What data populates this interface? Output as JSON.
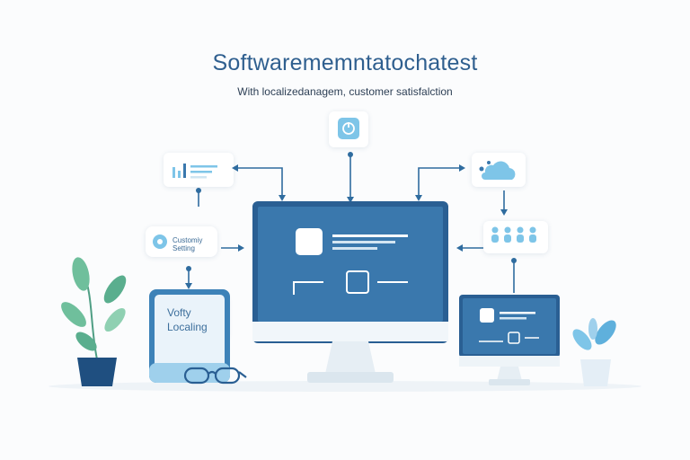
{
  "header": {
    "title": "Softwarememntatochatest",
    "subtitle": "With localizedanagem, customer satisfalction"
  },
  "left_bubble": {
    "line1": "Customiy",
    "line2": "Setting"
  },
  "note": {
    "line1": "Vofty",
    "line2": "Localing"
  },
  "colors": {
    "accent": "#2f6c9f",
    "light_blue": "#7ec5e8",
    "screen": "#3a78ad",
    "plant_green": "#6fbf9c",
    "pot": "#1f4f80"
  },
  "icons": [
    "chart-icon",
    "power-icon",
    "cloud-icon",
    "users-icon",
    "settings-icon",
    "monitor-icon",
    "laptop-icon",
    "plant-icon",
    "glasses-icon",
    "note-icon"
  ]
}
